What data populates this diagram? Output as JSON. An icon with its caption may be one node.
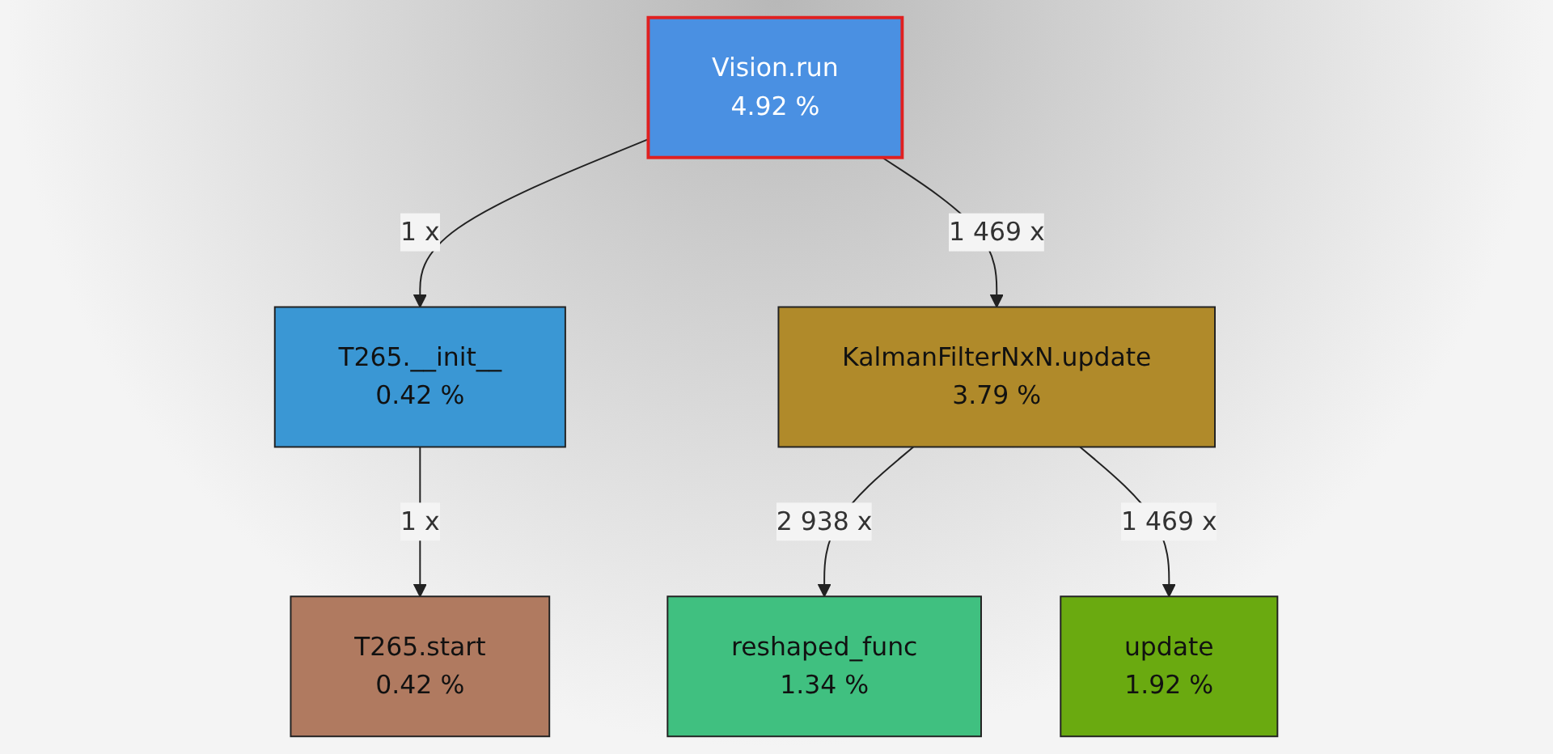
{
  "diagram": {
    "nodes": [
      {
        "text": [
          "Vision.run",
          "4.92 %"
        ]
      },
      {
        "text": [
          "T265.__init__",
          "0.42 %"
        ]
      },
      {
        "text": [
          "KalmanFilterNxN.update",
          "3.79 %"
        ]
      },
      {
        "text": [
          "T265.start",
          "0.42 %"
        ]
      },
      {
        "text": [
          "reshaped_func",
          "1.34 %"
        ]
      },
      {
        "text": [
          "update",
          "1.92 %"
        ]
      }
    ],
    "edges": [
      {
        "from": 0,
        "to": 1,
        "arrow": "to",
        "label": "1 x"
      },
      {
        "from": 0,
        "to": 2,
        "arrow": "to",
        "label": "1 469 x"
      },
      {
        "from": 1,
        "to": 3,
        "arrow": "to",
        "label": "1 x"
      },
      {
        "from": 2,
        "to": 4,
        "arrow": "to",
        "label": "2 938 x"
      },
      {
        "from": 2,
        "to": 5,
        "arrow": "to",
        "label": "1 469 x"
      }
    ]
  }
}
